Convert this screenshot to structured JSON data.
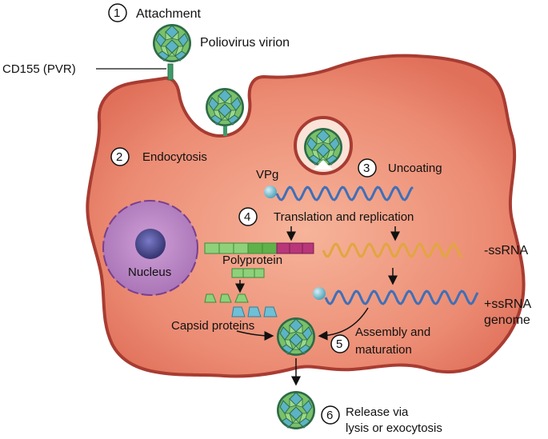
{
  "labels": {
    "attachment": "Attachment",
    "poliovirus_virion": "Poliovirus virion",
    "receptor": "CD155 (PVR)",
    "endocytosis": "Endocytosis",
    "uncoating": "Uncoating",
    "vpg": "VPg",
    "translation_replication": "Translation and replication",
    "neg_ssrna": "-ssRNA",
    "polyprotein": "Polyprotein",
    "nucleus": "Nucleus",
    "pos_ssrna_line1": "+ssRNA",
    "pos_ssrna_line2": "genome",
    "capsid_proteins": "Capsid proteins",
    "assembly_line1": "Assembly and",
    "assembly_line2": "maturation",
    "release_line1": "Release via",
    "release_line2": "lysis or exocytosis"
  },
  "step_numbers": [
    "1",
    "2",
    "3",
    "4",
    "5",
    "6"
  ],
  "colors": {
    "cell_fill": "#e8806a",
    "cell_border": "#a83c32",
    "nucleus_fill": "#b984c2",
    "nucleolus": "#4a4a9a",
    "virion_green": "#7cc06a",
    "virion_blue": "#5cb3c6",
    "rna_blue": "#3f6fb8",
    "rna_orange": "#e1a640",
    "polyprotein_green": "#8ed17a",
    "polyprotein_magenta": "#b8367a",
    "capsid_blue": "#6fc0d6"
  }
}
